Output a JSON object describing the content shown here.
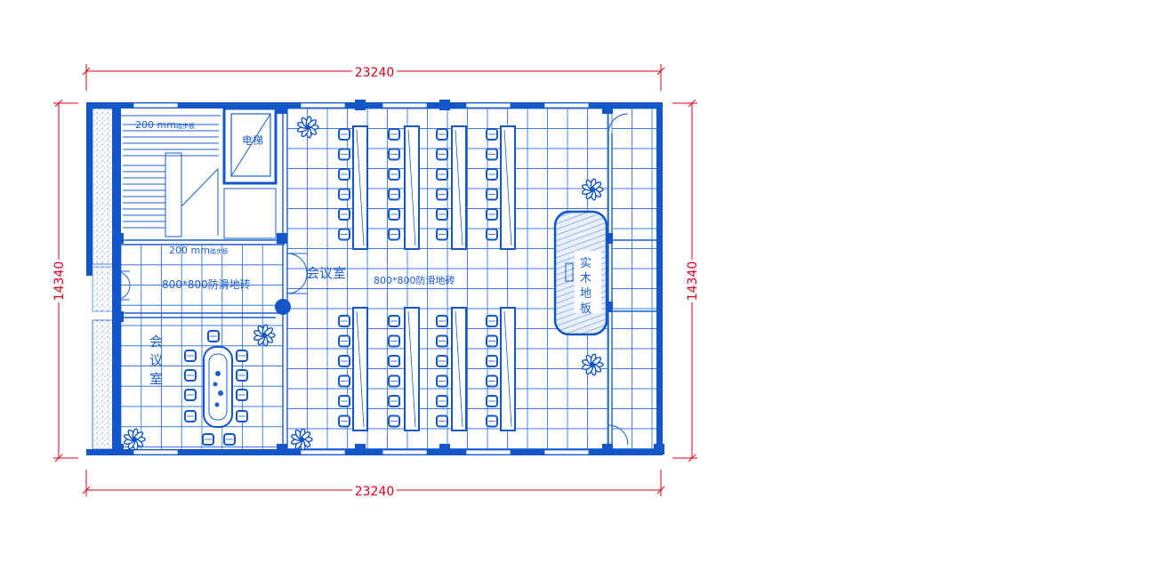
{
  "dimensions": {
    "top_width": "23240",
    "bottom_width": "23240",
    "left_height": "14340",
    "right_height": "14340"
  },
  "labels": {
    "elevator": "电梯",
    "stair_note_top": "200 mm",
    "stair_note_top_small": "踏步板",
    "stair_note_bottom": "200 mm",
    "stair_note_bottom_small": "踏步板",
    "tile_left": "800*800防滑地砖",
    "tile_main": "800*800防滑地砖",
    "meeting_main": "会议室",
    "meeting_small": "会议室",
    "wood_floor": "实木地板"
  },
  "colors": {
    "wall": "#1455c8",
    "line": "#1a5cd6",
    "dimension": "#e0001b"
  }
}
